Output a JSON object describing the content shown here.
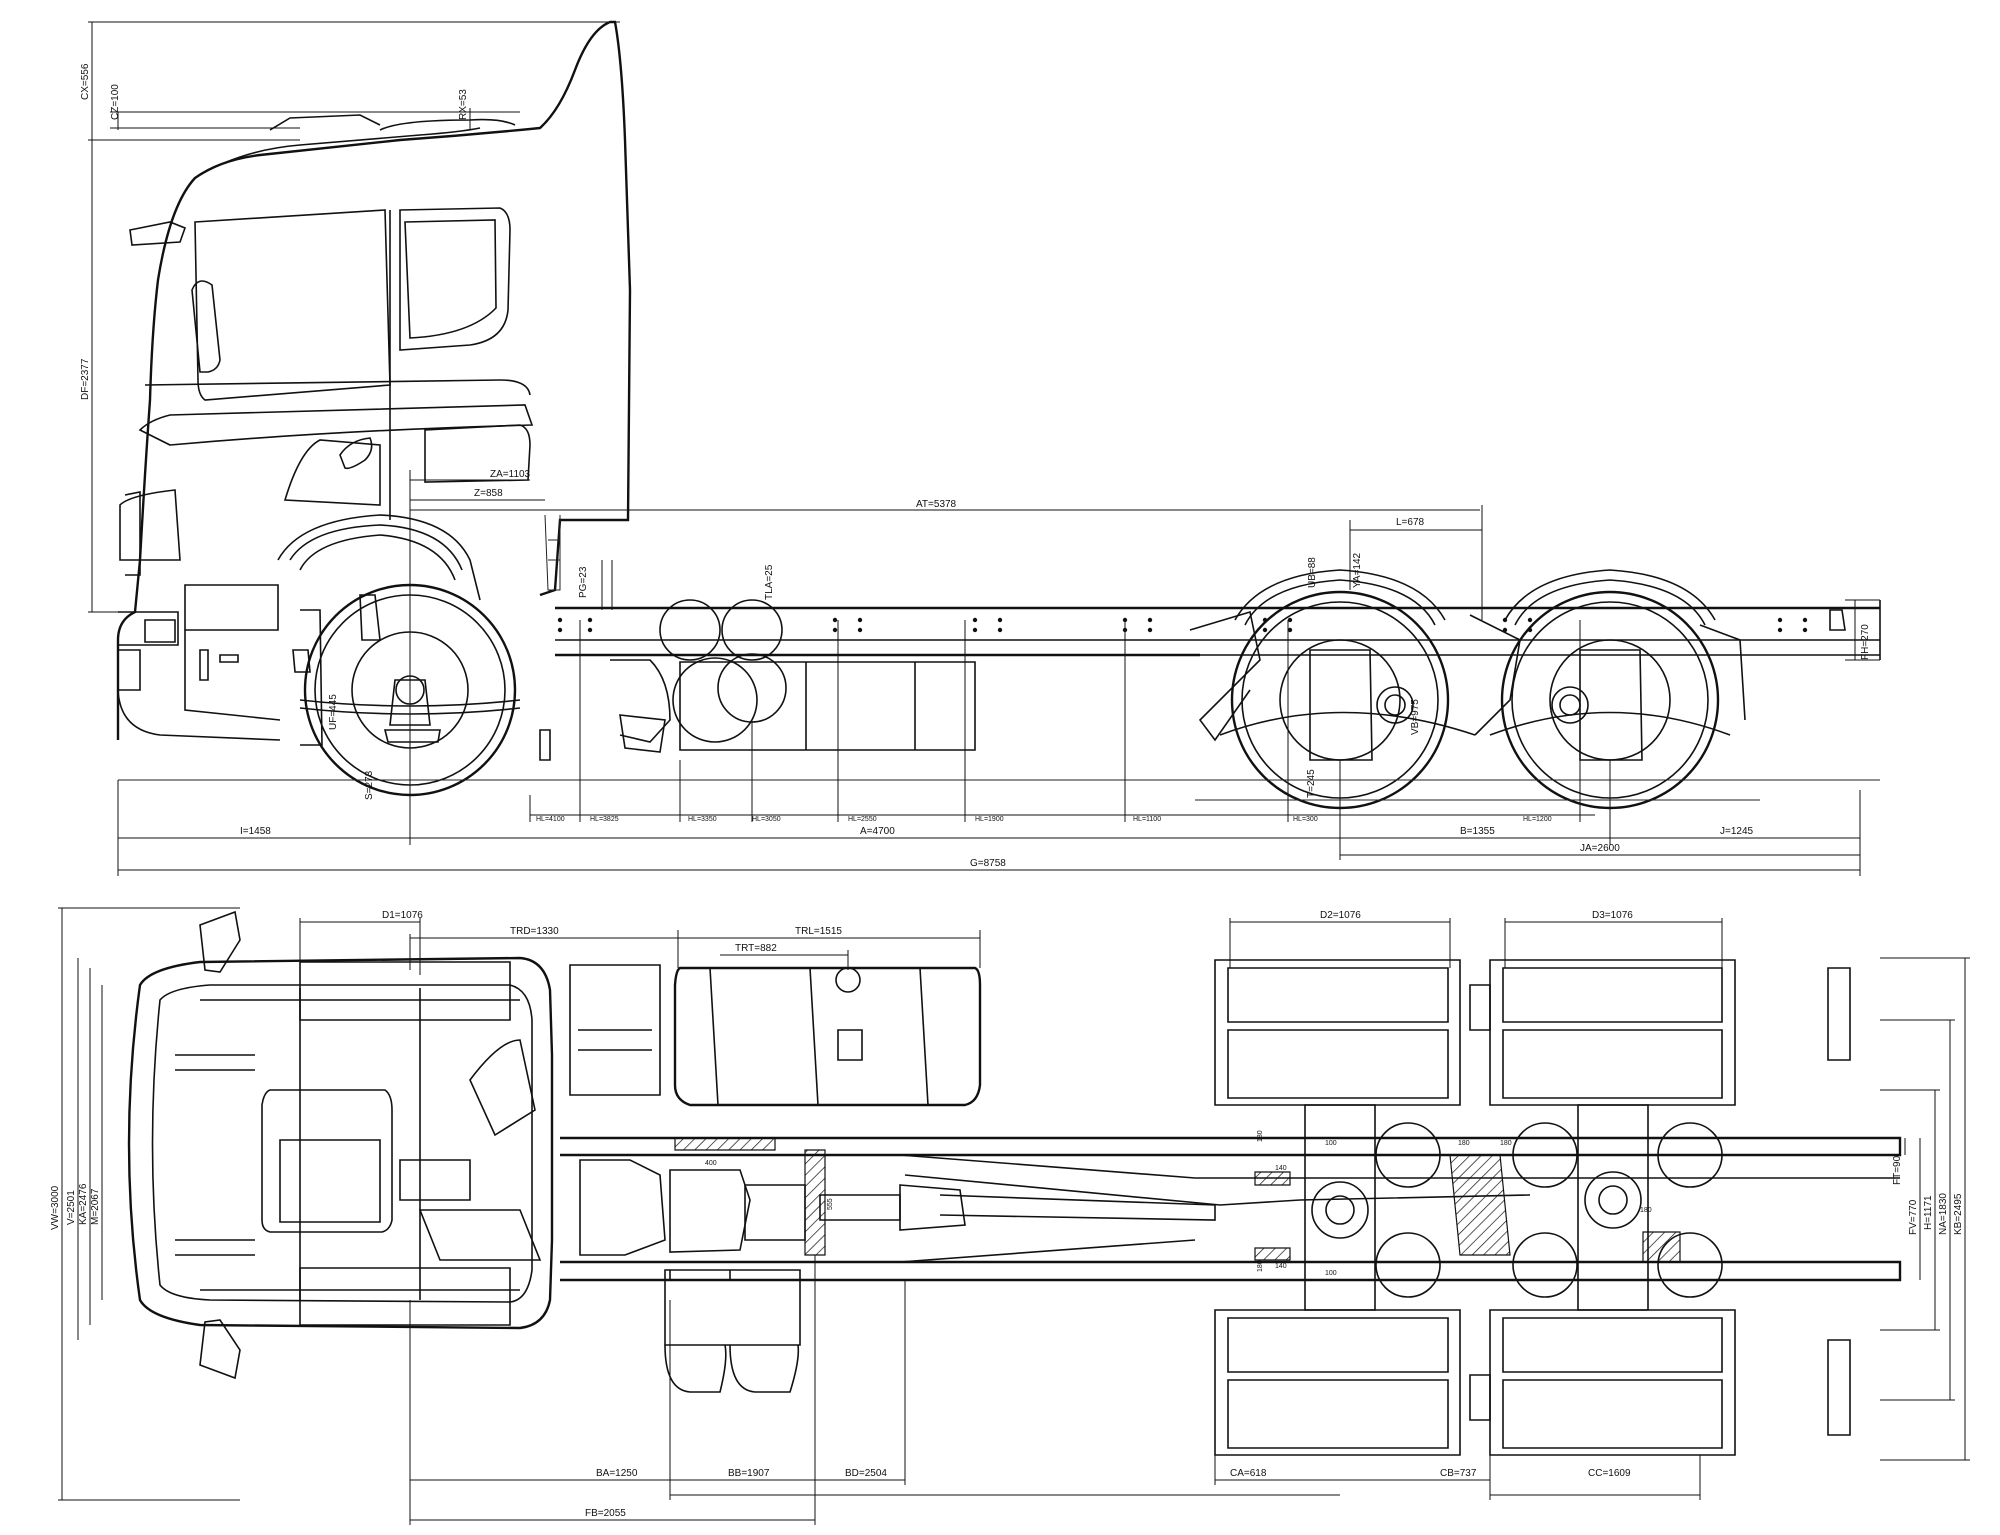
{
  "side_view": {
    "dims": {
      "cx": "CX=556",
      "cz": "CZ=100",
      "rx": "RX=53",
      "df": "DF=2377",
      "za": "ZA=1103",
      "z": "Z=858",
      "at": "AT=5378",
      "l": "L=678",
      "pg": "PG=23",
      "tla": "TLA=25",
      "ya": "YA=142",
      "ub": "UB=88",
      "fh": "FH=270",
      "vb": "VB=975",
      "uf": "UF=445",
      "s": "S=273",
      "t": "T=245",
      "hl1": "HL=4100",
      "hl2": "HL=3825",
      "hl3": "HL=3350",
      "hl4": "HL=3050",
      "hl5": "HL=2550",
      "hl6": "HL=1900",
      "hl7": "HL=1100",
      "hl8": "HL=300",
      "hl9": "HL=1200",
      "i": "I=1458",
      "a": "A=4700",
      "b": "B=1355",
      "j": "J=1245",
      "ja": "JA=2600",
      "g": "G=8758"
    }
  },
  "top_view": {
    "dims": {
      "d1": "D1=1076",
      "trd": "TRD=1330",
      "trl": "TRL=1515",
      "trt": "TRT=882",
      "d2": "D2=1076",
      "d3": "D3=1076",
      "vw": "VW=3000",
      "v": "V=2501",
      "ka": "KA=2476",
      "m": "M=2067",
      "ft": "FT=90",
      "fv": "FV=770",
      "h": "H=1171",
      "na": "NA=1830",
      "kb": "KB=2495",
      "ba": "BA=1250",
      "bb": "BB=1907",
      "bd": "BD=2504",
      "ca": "CA=618",
      "cb": "CB=737",
      "cc": "CC=1609",
      "fb": "FB=2055",
      "w400": "400",
      "w555": "555",
      "w100a": "100",
      "w100b": "100",
      "w180a": "180",
      "w180b": "180",
      "w180c": "180",
      "w140a": "140",
      "w140b": "140",
      "w180d": "180",
      "w180e": "180"
    }
  }
}
